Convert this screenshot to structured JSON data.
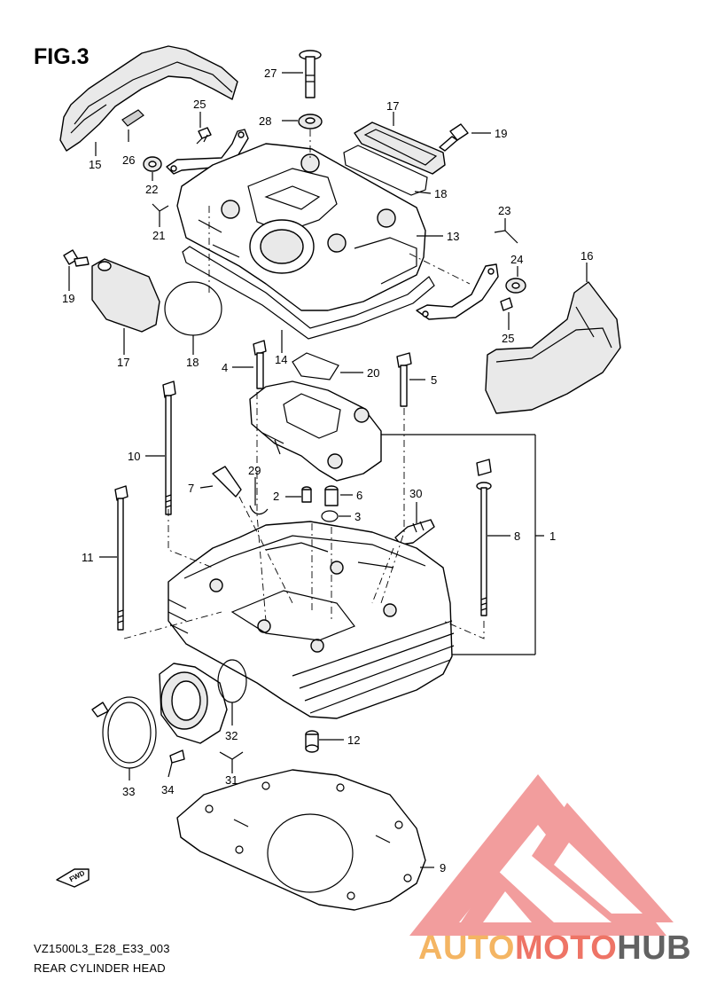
{
  "figure": {
    "title": "FIG.3",
    "code": "VZ1500L3_E28_E33_003",
    "name": "REAR CYLINDER HEAD"
  },
  "watermark": {
    "part1": "AUTO",
    "part2": "MOTO",
    "part3": "HUB",
    "colors": {
      "auto": "#f4b563",
      "moto": "#ee7466",
      "hub": "#626262",
      "logo": "#f08c8c"
    }
  },
  "fwd_label": "FWD",
  "callouts": [
    {
      "id": "c27",
      "label": "27"
    },
    {
      "id": "c28",
      "label": "28"
    },
    {
      "id": "c17a",
      "label": "17"
    },
    {
      "id": "c19a",
      "label": "19"
    },
    {
      "id": "c18a",
      "label": "18"
    },
    {
      "id": "c13",
      "label": "13"
    },
    {
      "id": "c25a",
      "label": "25"
    },
    {
      "id": "c26",
      "label": "26"
    },
    {
      "id": "c15",
      "label": "15"
    },
    {
      "id": "c22",
      "label": "22"
    },
    {
      "id": "c21",
      "label": "21"
    },
    {
      "id": "c23",
      "label": "23"
    },
    {
      "id": "c24",
      "label": "24"
    },
    {
      "id": "c25b",
      "label": "25"
    },
    {
      "id": "c16",
      "label": "16"
    },
    {
      "id": "c19b",
      "label": "19"
    },
    {
      "id": "c17b",
      "label": "17"
    },
    {
      "id": "c18b",
      "label": "18"
    },
    {
      "id": "c14",
      "label": "14"
    },
    {
      "id": "c4",
      "label": "4"
    },
    {
      "id": "c20",
      "label": "20"
    },
    {
      "id": "c5",
      "label": "5"
    },
    {
      "id": "c10",
      "label": "10"
    },
    {
      "id": "c7",
      "label": "7"
    },
    {
      "id": "c29",
      "label": "29"
    },
    {
      "id": "c2",
      "label": "2"
    },
    {
      "id": "c6",
      "label": "6"
    },
    {
      "id": "c3",
      "label": "3"
    },
    {
      "id": "c30",
      "label": "30"
    },
    {
      "id": "c8",
      "label": "8"
    },
    {
      "id": "c1",
      "label": "1"
    },
    {
      "id": "c11",
      "label": "11"
    },
    {
      "id": "c12",
      "label": "12"
    },
    {
      "id": "c32",
      "label": "32"
    },
    {
      "id": "c31",
      "label": "31"
    },
    {
      "id": "c33",
      "label": "33"
    },
    {
      "id": "c34",
      "label": "34"
    },
    {
      "id": "c9",
      "label": "9"
    }
  ]
}
